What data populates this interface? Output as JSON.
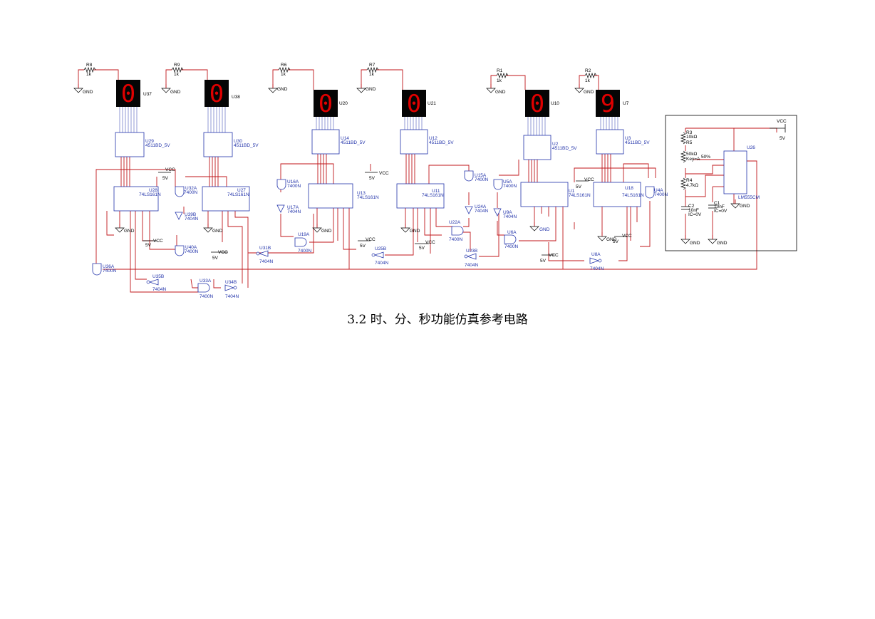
{
  "caption": "3.2  时、分、秒功能仿真参考电路",
  "displays": [
    {
      "ref": "U37",
      "digit": "0",
      "resistor": "R8",
      "rval": "1k",
      "decoder": "U29",
      "decoder_part": "4511BD_5V",
      "counter": "U28",
      "counter_part": "74LS161N"
    },
    {
      "ref": "U38",
      "digit": "0",
      "resistor": "R9",
      "rval": "1k",
      "decoder": "U30",
      "decoder_part": "4511BD_5V",
      "counter": "U27",
      "counter_part": "74LS161N"
    },
    {
      "ref": "U20",
      "digit": "0",
      "resistor": "R6",
      "rval": "1k",
      "decoder": "U14",
      "decoder_part": "4511BD_5V",
      "counter": "U13",
      "counter_part": "74LS161N"
    },
    {
      "ref": "U21",
      "digit": "0",
      "resistor": "R7",
      "rval": "1k",
      "decoder": "U12",
      "decoder_part": "4511BD_5V",
      "counter": "U11",
      "counter_part": "74LS161N"
    },
    {
      "ref": "U10",
      "digit": "0",
      "resistor": "R1",
      "rval": "1k",
      "decoder": "U2",
      "decoder_part": "4511BD_5V",
      "counter": "U1",
      "counter_part": "74LS161N"
    },
    {
      "ref": "U7",
      "digit": "9",
      "resistor": "R2",
      "rval": "1k",
      "decoder": "U3",
      "decoder_part": "4511BD_5V",
      "counter": "U18",
      "counter_part": "74LS161N"
    }
  ],
  "gates": [
    {
      "ref": "U32A",
      "part": "7400N"
    },
    {
      "ref": "U39B",
      "part": "7404N"
    },
    {
      "ref": "U40A",
      "part": "7400N"
    },
    {
      "ref": "U36A",
      "part": "7400N"
    },
    {
      "ref": "U35B",
      "part": "7404N"
    },
    {
      "ref": "U33A",
      "part": "7400N"
    },
    {
      "ref": "U34B",
      "part": "7404N"
    },
    {
      "ref": "U31B",
      "part": "7404N"
    },
    {
      "ref": "U16A",
      "part": "7400N"
    },
    {
      "ref": "U17A",
      "part": "7404N"
    },
    {
      "ref": "U19A",
      "part": "7400N"
    },
    {
      "ref": "U25B",
      "part": "7404N"
    },
    {
      "ref": "U15A",
      "part": "7400N"
    },
    {
      "ref": "U24A",
      "part": "7404N"
    },
    {
      "ref": "U22A",
      "part": "7400N"
    },
    {
      "ref": "U23B",
      "part": "7404N"
    },
    {
      "ref": "U5A",
      "part": "7400N"
    },
    {
      "ref": "U9A",
      "part": "7404N"
    },
    {
      "ref": "U6A",
      "part": "7400N"
    },
    {
      "ref": "U4A",
      "part": "7400N"
    },
    {
      "ref": "U8A",
      "part": "7404N"
    }
  ],
  "power": {
    "gnd": "GND",
    "vcc": "VCC",
    "volt": "5V"
  },
  "clock": {
    "ref": "U26",
    "part": "LM555CM",
    "r3": "R3",
    "r3v": "10kΩ",
    "r5": "R5",
    "r5v": "50kΩ",
    "r5key": "Key=A",
    "r5pct": "50%",
    "r4": "R4",
    "r4v": "4.7kΩ",
    "c2": "C2",
    "c2v": "10nF",
    "c2ic": "IC=0V",
    "c1": "C1",
    "c1v": "10nF",
    "c1ic": "IC=0V"
  }
}
